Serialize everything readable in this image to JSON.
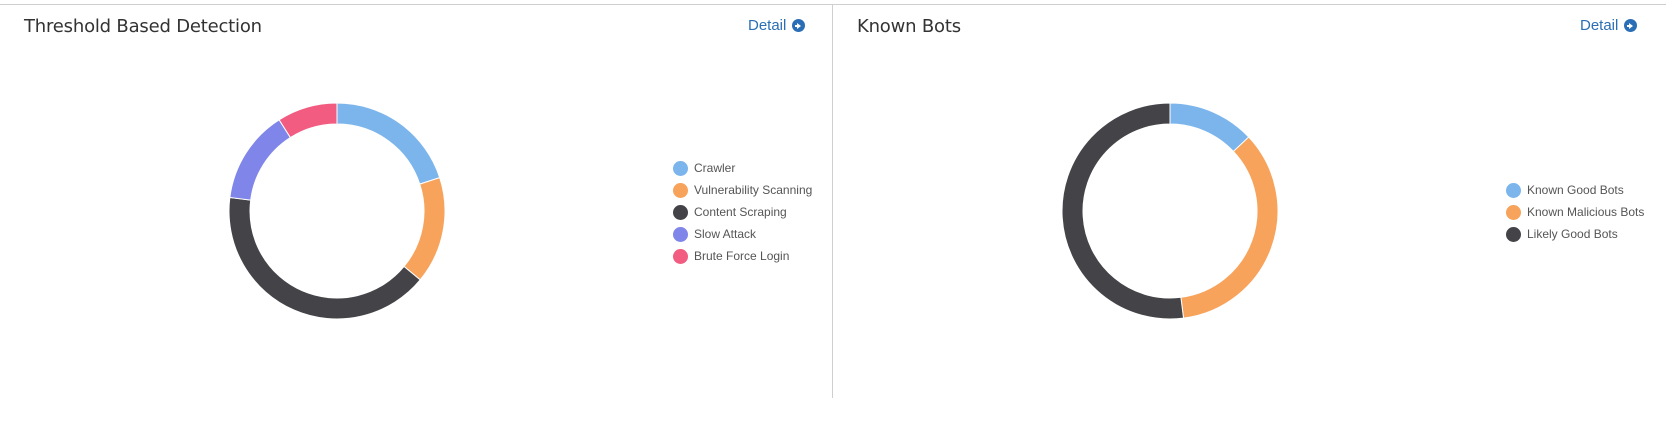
{
  "chart_data": [
    {
      "type": "pie",
      "title": "Threshold Based Detection",
      "detail_label": "Detail",
      "donut": true,
      "categories": [
        "Crawler",
        "Vulnerability Scanning",
        "Content Scraping",
        "Slow Attack",
        "Brute Force Login"
      ],
      "values": [
        20,
        16,
        41,
        14,
        9
      ],
      "colors": [
        "#7cb5ec",
        "#f7a35c",
        "#434348",
        "#8085e9",
        "#f15c80"
      ],
      "legend_position": "right"
    },
    {
      "type": "pie",
      "title": "Known Bots",
      "detail_label": "Detail",
      "donut": true,
      "categories": [
        "Known Good Bots",
        "Known Malicious Bots",
        "Likely Good Bots"
      ],
      "values": [
        13,
        35,
        52
      ],
      "colors": [
        "#7cb5ec",
        "#f7a35c",
        "#434348"
      ],
      "legend_position": "right"
    }
  ]
}
